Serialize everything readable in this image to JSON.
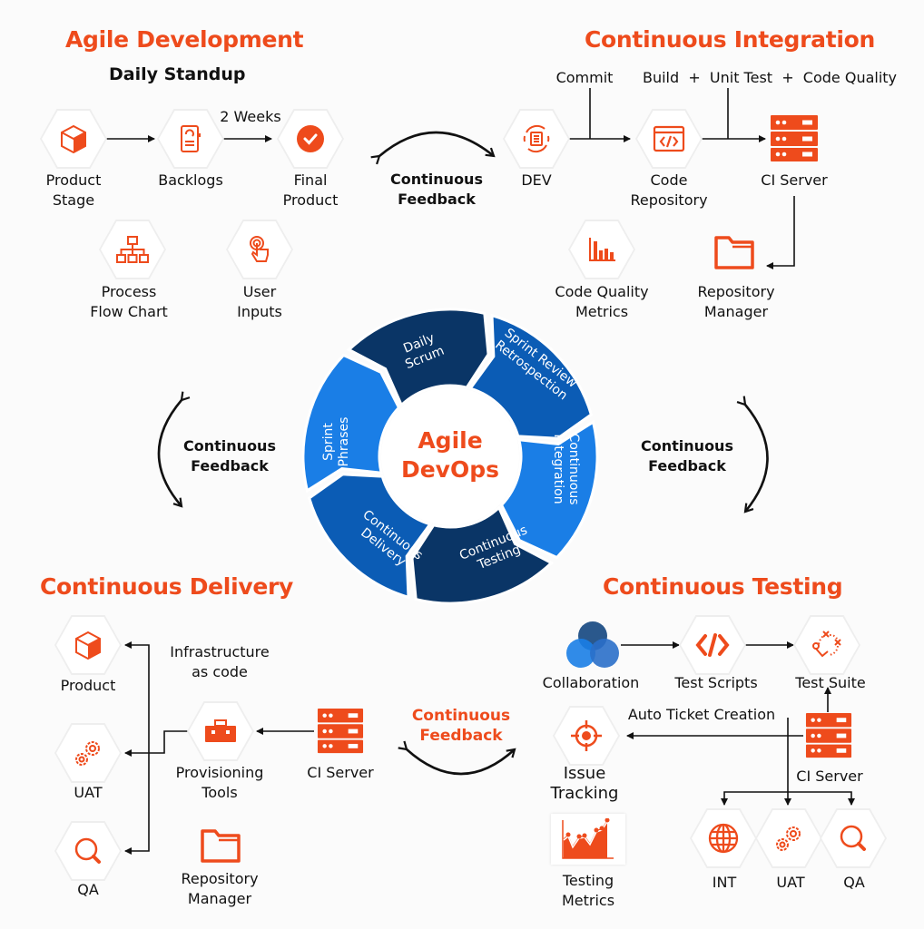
{
  "colors": {
    "accent": "#ee4b1c",
    "navy": "#0a3566",
    "mid_blue": "#0b5cb5",
    "light_blue": "#1a7ee6",
    "text": "#111111",
    "background": "#fbfbfb"
  },
  "center": {
    "title": "Agile\nDevOps",
    "segments": [
      {
        "label": "Daily\nScrum",
        "color": "navy"
      },
      {
        "label": "Sprint Review\nRetrospection",
        "color": "mid_blue"
      },
      {
        "label": "Continuous\nIntegration",
        "color": "light_blue"
      },
      {
        "label": "Continuous\nTesting",
        "color": "navy"
      },
      {
        "label": "Continuous\nDelivery",
        "color": "mid_blue"
      },
      {
        "label": "Sprint\nPhrases",
        "color": "light_blue"
      }
    ]
  },
  "feedback": {
    "top": "Continuous\nFeedback",
    "left": "Continuous\nFeedback",
    "right": "Continuous\nFeedback",
    "bottom": "Continuous\nFeedback"
  },
  "agile_development": {
    "title": "Agile Development",
    "subtitle": "Daily Standup",
    "duration_label": "2 Weeks",
    "nodes": [
      {
        "label": "Product\nStage",
        "icon": "cube-icon"
      },
      {
        "label": "Backlogs",
        "icon": "backlog-document-icon"
      },
      {
        "label": "Final\nProduct",
        "icon": "check-circle-icon"
      },
      {
        "label": "Process\nFlow Chart",
        "icon": "flow-chart-icon"
      },
      {
        "label": "User\nInputs",
        "icon": "touch-hand-icon"
      }
    ]
  },
  "continuous_integration": {
    "title": "Continuous Integration",
    "commit_label": "Commit",
    "build_label": "Build  +  Unit Test  +  Code Quality",
    "nodes": [
      {
        "label": "DEV",
        "icon": "dev-cycle-icon"
      },
      {
        "label": "Code\nRepository",
        "icon": "code-window-icon"
      },
      {
        "label": "CI Server",
        "icon": "server-icon"
      },
      {
        "label": "Code Quality\nMetrics",
        "icon": "bar-chart-icon"
      },
      {
        "label": "Repository\nManager",
        "icon": "folder-icon"
      }
    ]
  },
  "continuous_delivery": {
    "title": "Continuous Delivery",
    "infra_label": "Infrastructure\nas code",
    "nodes": [
      {
        "label": "Product",
        "icon": "cube-icon"
      },
      {
        "label": "UAT",
        "icon": "gears-icon"
      },
      {
        "label": "QA",
        "icon": "magnifier-icon"
      },
      {
        "label": "Provisioning\nTools",
        "icon": "toolbox-icon"
      },
      {
        "label": "CI Server",
        "icon": "server-icon"
      },
      {
        "label": "Repository\nManager",
        "icon": "folder-icon"
      }
    ]
  },
  "continuous_testing": {
    "title": "Continuous Testing",
    "ticket_label": "Auto Ticket Creation",
    "nodes": [
      {
        "label": "Collaboration",
        "icon": "venn-circles-icon"
      },
      {
        "label": "Test Scripts",
        "icon": "code-brackets-icon"
      },
      {
        "label": "Test Suite",
        "icon": "test-path-icon"
      },
      {
        "label": "Issue\nTracking",
        "icon": "target-icon"
      },
      {
        "label": "CI Server",
        "icon": "server-icon"
      },
      {
        "label": "Testing\nMetrics",
        "icon": "line-chart-icon"
      },
      {
        "label": "INT",
        "icon": "globe-icon"
      },
      {
        "label": "UAT",
        "icon": "gears-icon"
      },
      {
        "label": "QA",
        "icon": "magnifier-icon"
      }
    ]
  }
}
